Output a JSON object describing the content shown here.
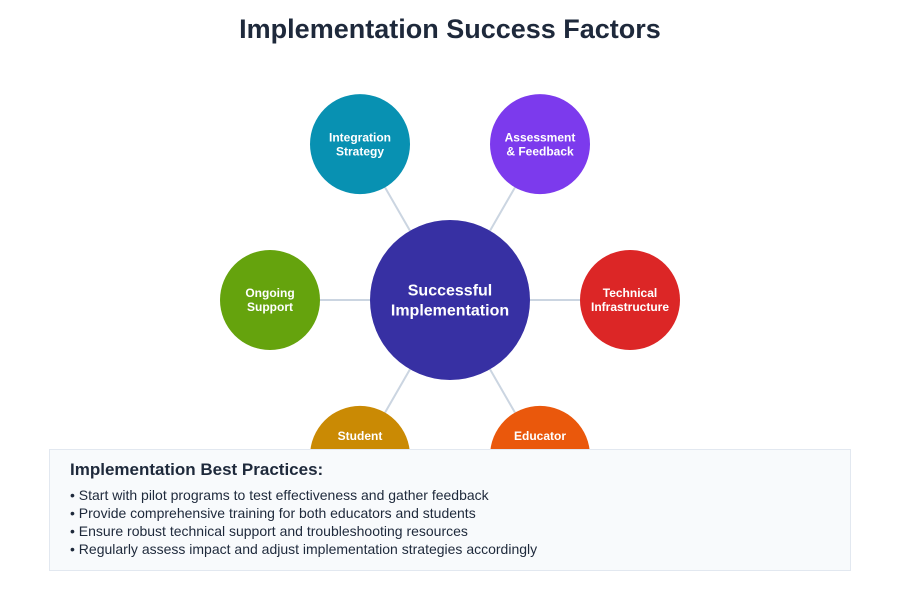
{
  "title": "Implementation Success Factors",
  "center": {
    "lines": [
      "Successful",
      "Implementation"
    ],
    "color": "#3730a3"
  },
  "factors": [
    {
      "lines": [
        "Integration",
        "Strategy"
      ],
      "color": "#0891b2"
    },
    {
      "lines": [
        "Assessment",
        "& Feedback"
      ],
      "color": "#7c3aed"
    },
    {
      "lines": [
        "Technical",
        "Infrastructure"
      ],
      "color": "#dc2626"
    },
    {
      "lines": [
        "Educator"
      ],
      "color": "#ea580c"
    },
    {
      "lines": [
        "Student"
      ],
      "color": "#ca8a04"
    },
    {
      "lines": [
        "Ongoing",
        "Support"
      ],
      "color": "#65a30d"
    }
  ],
  "practices": {
    "heading": "Implementation Best Practices:",
    "items": [
      "• Start with pilot programs to test effectiveness and gather feedback",
      "• Provide comprehensive training for both educators and students",
      "• Ensure robust technical support and troubleshooting resources",
      "• Regularly assess impact and adjust implementation strategies accordingly"
    ]
  }
}
